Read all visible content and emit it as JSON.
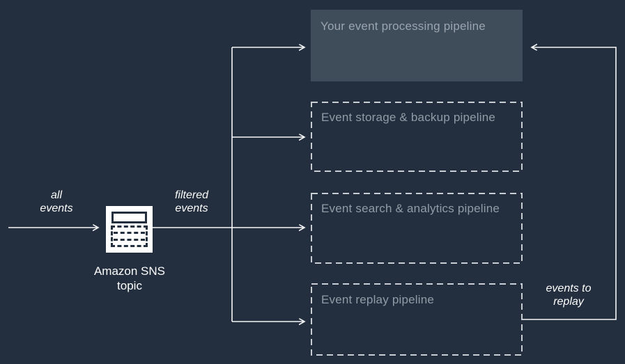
{
  "colors": {
    "background": "#232f3e",
    "connector": "#f7f8f9",
    "solid_box_fill": "#3f4c59",
    "solid_box_text": "#9aa5af",
    "dashed_box_border": "#c9ced4",
    "dashed_box_text": "#919ca6",
    "edge_label_text": "#fdfdfd",
    "icon_background": "#ffffff",
    "icon_stroke": "#232f3e"
  },
  "source_node": {
    "icon": "sns-topic-icon",
    "label_line1": "Amazon SNS",
    "label_line2": "topic"
  },
  "edge_labels": {
    "all_events": {
      "line1": "all",
      "line2": "events"
    },
    "filtered_events": {
      "line1": "filtered",
      "line2": "events"
    },
    "events_to_replay": {
      "line1": "events to",
      "line2": "replay"
    }
  },
  "pipelines": [
    {
      "id": "processing",
      "label": "Your event processing pipeline",
      "style": "solid"
    },
    {
      "id": "storage",
      "label": "Event storage & backup pipeline",
      "style": "dashed"
    },
    {
      "id": "search",
      "label": "Event search & analytics pipeline",
      "style": "dashed"
    },
    {
      "id": "replay",
      "label": "Event replay pipeline",
      "style": "dashed"
    }
  ]
}
